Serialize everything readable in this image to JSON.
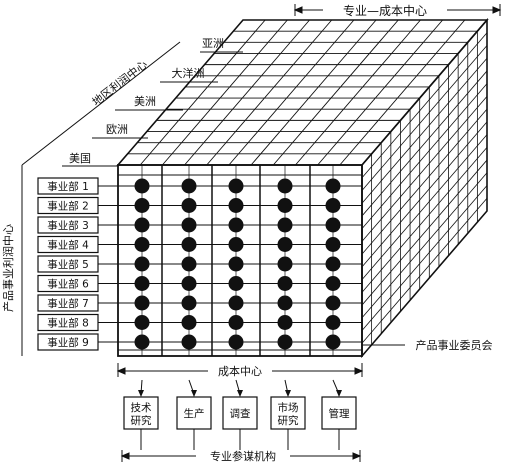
{
  "top_label": "专业—成本中心",
  "region_axis_label": "地区利润中心",
  "regions": [
    "亚洲",
    "大洋洲",
    "美洲",
    "欧洲",
    "美国"
  ],
  "product_axis_label": "产品事业利润中心",
  "divisions": [
    "事业部 1",
    "事业部 2",
    "事业部 3",
    "事业部 4",
    "事业部 5",
    "事业部 6",
    "事业部 7",
    "事业部 8",
    "事业部 9"
  ],
  "committee_label": "产品事业委员会",
  "cost_center_label": "成本中心",
  "functions": [
    {
      "line1": "技术",
      "line2": "研究"
    },
    {
      "line1": "生产",
      "line2": ""
    },
    {
      "line1": "调查",
      "line2": ""
    },
    {
      "line1": "市场",
      "line2": "研究"
    },
    {
      "line1": "管理",
      "line2": ""
    }
  ],
  "staff_label": "专业参谋机构",
  "colors": {
    "ink": "#111111",
    "paper": "#ffffff"
  }
}
